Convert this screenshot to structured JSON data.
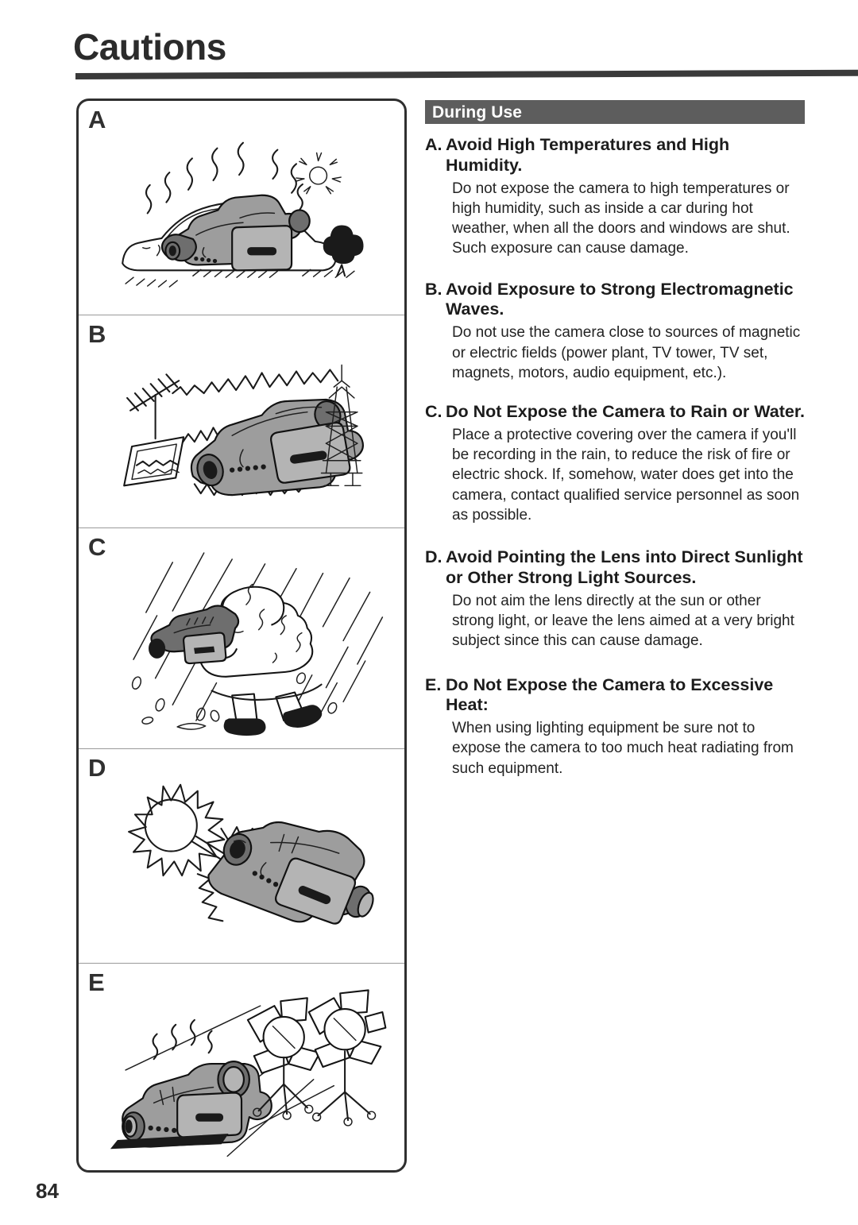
{
  "page": {
    "title": "Cautions",
    "number": "84"
  },
  "section": {
    "bar_label": "During Use"
  },
  "figures": {
    "panels": [
      {
        "letter": "A",
        "illustration": "camcorder-inside-hot-car-icon"
      },
      {
        "letter": "B",
        "illustration": "camcorder-near-antenna-tv-tower-icon"
      },
      {
        "letter": "C",
        "illustration": "person-filming-in-rain-icon"
      },
      {
        "letter": "D",
        "illustration": "sun-shining-into-camcorder-lens-icon"
      },
      {
        "letter": "E",
        "illustration": "camcorder-near-studio-lights-icon"
      }
    ]
  },
  "cautions": [
    {
      "letter": "A.",
      "title": "Avoid High Temperatures and High Humidity.",
      "body": "Do not expose the camera to high temperatures or high humidity, such as inside a car during hot weather, when all the doors and windows are shut.  Such exposure can cause damage."
    },
    {
      "letter": "B.",
      "title": "Avoid Exposure to Strong Electromagnetic Waves.",
      "body": "Do not use the camera close to sources of magnetic or electric fields (power plant, TV tower, TV set, magnets, motors, audio equipment, etc.)."
    },
    {
      "letter": "C.",
      "title": "Do Not Expose the Camera to Rain or Water.",
      "body": "Place a protective covering over the camera if you'll be recording in the rain, to reduce the risk of fire or electric shock.  If, somehow, water does get into the camera, contact qualified service personnel as soon as possible."
    },
    {
      "letter": "D.",
      "title": "Avoid Pointing the Lens into Direct Sunlight or Other Strong Light Sources.",
      "body": "Do not aim the lens directly at the sun or other strong light, or leave the lens aimed at a very bright subject since this can cause damage."
    },
    {
      "letter": "E.",
      "title": "Do Not Expose the Camera to Excessive Heat:",
      "body": "When using lighting equipment be sure not to expose the camera to too much heat radiating from such equipment."
    }
  ],
  "colors": {
    "ink": "#1a1a1a",
    "section_bar": "#5d5d5d",
    "rule": "#3a3a3a",
    "camera_body": "#9d9d9d"
  }
}
